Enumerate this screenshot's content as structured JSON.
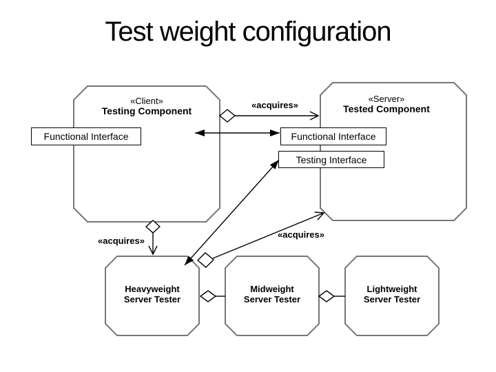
{
  "title": "Test weight configuration",
  "components": {
    "client": {
      "stereotype": "«Client»",
      "name": "Testing Component"
    },
    "server": {
      "stereotype": "«Server»",
      "name": "Tested Component"
    },
    "heavyweight": {
      "line1": "Heavyweight",
      "line2": "Server Tester"
    },
    "midweight": {
      "line1": "Midweight",
      "line2": "Server Tester"
    },
    "lightweight": {
      "line1": "Lightweight",
      "line2": "Server Tester"
    }
  },
  "interfaces": {
    "client_functional": "Functional Interface",
    "server_functional": "Functional Interface",
    "server_testing": "Testing Interface"
  },
  "connectors": {
    "acquires_client_server": "«acquires»",
    "acquires_client_heavyweight": "«acquires»",
    "acquires_midweight_server": "«acquires»"
  },
  "colors": {
    "background": "#ffffff",
    "component_border": "#757575",
    "connector_line": "#000000",
    "text": "#000000"
  }
}
